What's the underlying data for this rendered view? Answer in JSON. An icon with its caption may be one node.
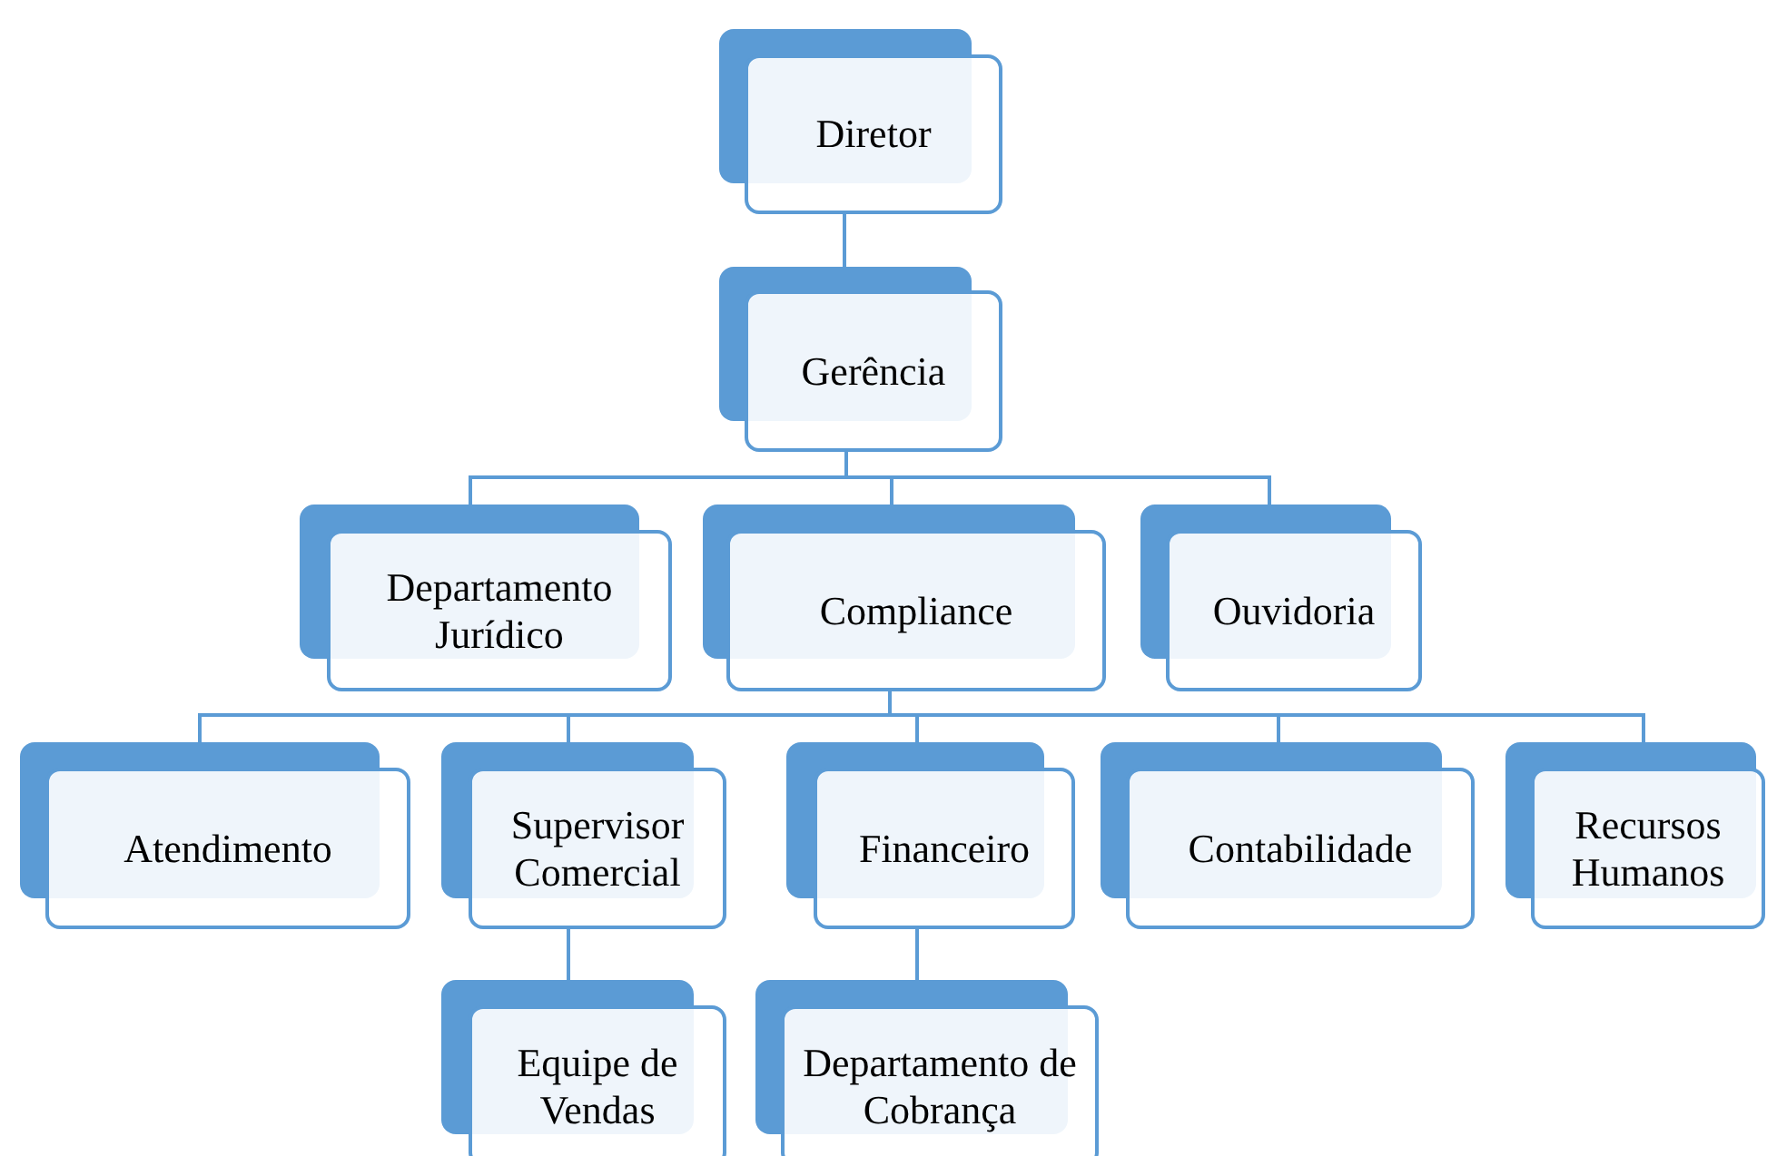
{
  "diagram": {
    "nodes": [
      {
        "text": [
          "Diretor"
        ]
      },
      {
        "text": [
          "Gerência"
        ]
      },
      {
        "text": [
          "Departamento Jurídico"
        ]
      },
      {
        "text": [
          "Compliance"
        ]
      },
      {
        "text": [
          "Ouvidoria"
        ]
      },
      {
        "text": [
          "Atendimento"
        ]
      },
      {
        "text": [
          "Supervisor Comercial"
        ]
      },
      {
        "text": [
          "Financeiro"
        ]
      },
      {
        "text": [
          "Contabilidade"
        ]
      },
      {
        "text": [
          "Recursos Humanos"
        ]
      },
      {
        "text": [
          "Equipe de Vendas"
        ]
      },
      {
        "text": [
          "Departamento de Cobrança"
        ]
      }
    ],
    "edges": [
      {
        "from": 0,
        "to": 1,
        "arrow": "none"
      },
      {
        "from": 1,
        "to": 2,
        "arrow": "none"
      },
      {
        "from": 1,
        "to": 3,
        "arrow": "none"
      },
      {
        "from": 1,
        "to": 4,
        "arrow": "none"
      },
      {
        "from": 3,
        "to": 5,
        "arrow": "none"
      },
      {
        "from": 3,
        "to": 6,
        "arrow": "none"
      },
      {
        "from": 3,
        "to": 7,
        "arrow": "none"
      },
      {
        "from": 3,
        "to": 8,
        "arrow": "none"
      },
      {
        "from": 3,
        "to": 9,
        "arrow": "none"
      },
      {
        "from": 6,
        "to": 10,
        "arrow": "none"
      },
      {
        "from": 7,
        "to": 11,
        "arrow": "none"
      }
    ]
  }
}
